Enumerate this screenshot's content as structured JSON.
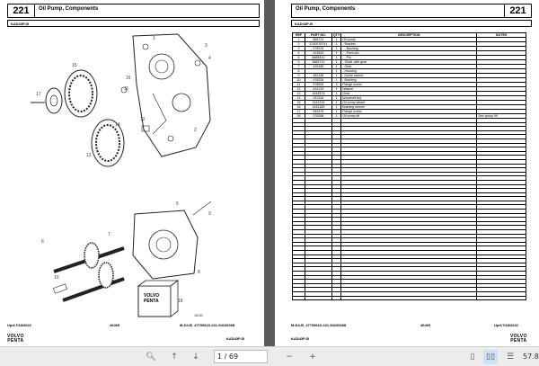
{
  "left_page": {
    "section_number": "221",
    "title": "Oil Pump, Components",
    "subheader": "KAD43P-B",
    "callouts": [
      "1",
      "2",
      "3",
      "4",
      "5",
      "6",
      "7",
      "8",
      "9",
      "10",
      "11",
      "12",
      "13",
      "14",
      "15",
      "16",
      "17",
      "18"
    ],
    "drawing_id": "18183",
    "footer_updated": "Upd:7/18/2022",
    "footer_page": "46469",
    "footer_doc": "M-D4-B_47705610-221-54166308",
    "logo_line1": "VOLVO",
    "logo_line2": "PENTA",
    "footer_model": "KAD43P-B",
    "box_label_1": "VOLVO",
    "box_label_2": "PENTA"
  },
  "right_page": {
    "section_number": "221",
    "title": "Oil Pump, Components",
    "subheader": "KAD43P-B",
    "columns": [
      "REF",
      "PART NO.",
      "QTY",
      "DESCRIPTION",
      "NOTES"
    ],
    "rows": [
      [
        "1",
        "868721",
        "1",
        "Oil pump",
        ""
      ],
      [
        "2",
        "3740076741",
        "1",
        "- Bracket",
        ""
      ],
      [
        "3",
        "478234",
        "1",
        "- - Bushing",
        ""
      ],
      [
        "4",
        "423643",
        "1",
        "- - Pivot pin",
        ""
      ],
      [
        "5",
        "8888810",
        "1",
        "- - Pin",
        ""
      ],
      [
        "6",
        "3865710",
        "1",
        "- Shaft, with gear",
        ""
      ],
      [
        "7",
        "425185",
        "1",
        "- Gear",
        ""
      ],
      [
        "8",
        "",
        "1",
        "- Housing",
        ""
      ],
      [
        "9",
        "461148",
        "1",
        "- Guide sleeve",
        ""
      ],
      [
        "10",
        "478234",
        "1",
        "- Bushing",
        ""
      ],
      [
        "11",
        "978994",
        "3",
        "Flange screw",
        ""
      ],
      [
        "12",
        "424139",
        "1",
        "Washer",
        ""
      ],
      [
        "13",
        "1543574",
        "1",
        "Gear",
        ""
      ],
      [
        "14",
        "919116",
        "1",
        "Woodruff key",
        ""
      ],
      [
        "15",
        "1542215",
        "1",
        "Oil pump wheel",
        ""
      ],
      [
        "16",
        "1543183",
        "1",
        "Bushing sleeve",
        ""
      ],
      [
        "17",
        "949478",
        "1",
        "Flange screw",
        ""
      ],
      [
        "18",
        "276398",
        "1",
        "Oil pump kit",
        "See group 99"
      ]
    ],
    "empty_rows": 44,
    "footer_updated": "Upd:7/18/2022",
    "footer_page": "46469",
    "footer_doc": "M-D4-B_47705610-221-54166308",
    "logo_line1": "VOLVO",
    "logo_line2": "PENTA",
    "footer_model": "KAD43P-B"
  },
  "toolbar": {
    "page_display": "1 / 69",
    "zoom": "57.8"
  }
}
